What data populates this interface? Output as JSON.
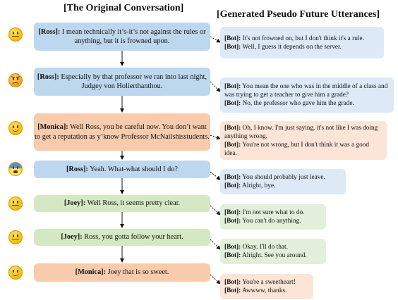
{
  "headers": {
    "left": "[The Original Conversation]",
    "right": "[Generated Pseudo Future Utterances]"
  },
  "turns": [
    {
      "emoji": "neutral-face-icon",
      "speaker": "[Ross]:",
      "text": "I mean technically it’s-it’s not against the rules or anything, but it is frowned upon.",
      "future": [
        {
          "speaker": "[Bot]:",
          "text": "It's not frowned on, but I don't think it's a rule."
        },
        {
          "speaker": "[Bot]:",
          "text": "Well, I guess it depends on the server."
        }
      ]
    },
    {
      "emoji": "angry-face-icon",
      "speaker": "[Ross]:",
      "text": "Especially by that professor we ran into last night, Judgey von Holierthanthou.",
      "future": [
        {
          "speaker": "[Bot]:",
          "text": "You mean the one who was in the middle of a class and was trying to get a teacher to give him a grade?"
        },
        {
          "speaker": "[Bot]:",
          "text": "No, the professor who gave him the grade."
        }
      ]
    },
    {
      "emoji": "smiling-face-icon",
      "speaker": "[Monica]:",
      "text": "Well Ross, you be careful now. You don’t want to get a reputation as y’know Professor McNailshisstudents.",
      "future": [
        {
          "speaker": "[Bot]:",
          "text": "Oh, I know. I'm just saying, it's not like I was doing anything wrong."
        },
        {
          "speaker": "[Bot]:",
          "text": "You're not wrong, but I don't think it was a good idea."
        }
      ]
    },
    {
      "emoji": "fearful-face-icon",
      "speaker": "[Ross]:",
      "text": "Yeah. What-what should I do?",
      "future": [
        {
          "speaker": "[Bot]:",
          "text": "You should probably just leave."
        },
        {
          "speaker": "[Bot]:",
          "text": "Alright, bye."
        }
      ]
    },
    {
      "emoji": "neutral-face-icon",
      "speaker": "[Joey]:",
      "text": "Well Ross, it seems pretty clear.",
      "future": [
        {
          "speaker": "[Bot]:",
          "text": "I'm not sure what to do."
        },
        {
          "speaker": "[Bot]:",
          "text": "You can't do anything."
        }
      ]
    },
    {
      "emoji": "neutral-face-icon",
      "speaker": "[Joey]:",
      "text": "Ross, you gotta follow your heart.",
      "future": [
        {
          "speaker": "[Bot]:",
          "text": "Okay. I'll do that."
        },
        {
          "speaker": "[Bot]:",
          "text": "Alright. See you around."
        }
      ]
    },
    {
      "emoji": "smiling-face-icon",
      "speaker": "[Monica]:",
      "text": "Joey that is so sweet.",
      "future": [
        {
          "speaker": "[Bot]:",
          "text": "You're a sweetheart!"
        },
        {
          "speaker": "[Bot]:",
          "text": "Awwww, thanks."
        }
      ]
    }
  ],
  "colors": {
    "ross": "#bdd7ee",
    "monica": "#f8cbad",
    "joey": "#d5e8c4",
    "ross_future": "#dde9f6",
    "monica_future": "#fce4d6",
    "joey_future": "#e2efda"
  }
}
